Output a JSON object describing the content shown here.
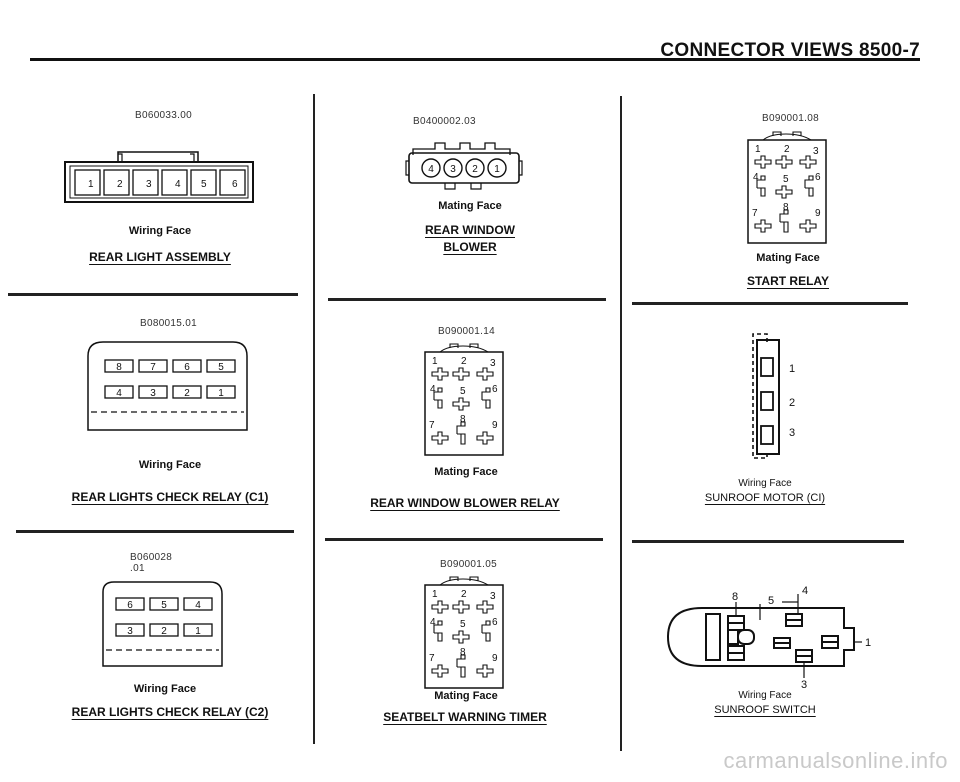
{
  "header": {
    "title": "CONNECTOR VIEWS  8500-7"
  },
  "panels": {
    "rear_light_assembly": {
      "code": "B060033.00",
      "face": "Wiring Face",
      "name": "REAR LIGHT ASSEMBLY",
      "pins": [
        "1",
        "2",
        "3",
        "4",
        "5",
        "6"
      ]
    },
    "rear_window_blower": {
      "code": "B0400002.03",
      "face": "Mating Face",
      "name_line1": "REAR WINDOW",
      "name_line2": "BLOWER",
      "pins": [
        "4",
        "3",
        "2",
        "1"
      ]
    },
    "start_relay": {
      "code": "B090001.08",
      "face": "Mating Face",
      "name": "START RELAY",
      "pins": [
        "1",
        "2",
        "3",
        "4",
        "5",
        "6",
        "7",
        "8",
        "9"
      ]
    },
    "rear_lights_check_relay_c1": {
      "code": "B080015.01",
      "face": "Wiring Face",
      "name": "REAR LIGHTS CHECK RELAY (C1)",
      "pins_top": [
        "8",
        "7",
        "6",
        "5"
      ],
      "pins_bottom": [
        "4",
        "3",
        "2",
        "1"
      ]
    },
    "rear_window_blower_relay": {
      "code": "B090001.14",
      "face": "Mating Face",
      "name": "REAR WINDOW BLOWER RELAY",
      "pins": [
        "1",
        "2",
        "3",
        "4",
        "5",
        "6",
        "7",
        "8",
        "9"
      ]
    },
    "sunroof_motor": {
      "face": "Wiring Face",
      "name": "SUNROOF MOTOR (CI)",
      "pins": [
        "1",
        "2",
        "3"
      ]
    },
    "rear_lights_check_relay_c2": {
      "code": "B060028 .01",
      "face": "Wiring Face",
      "name": "REAR LIGHTS CHECK RELAY (C2)",
      "pins_top": [
        "6",
        "5",
        "4"
      ],
      "pins_bottom": [
        "3",
        "2",
        "1"
      ]
    },
    "seatbelt_warning_timer": {
      "code": "B090001.05",
      "face": "Mating Face",
      "name": "SEATBELT WARNING TIMER",
      "pins": [
        "1",
        "2",
        "3",
        "4",
        "5",
        "6",
        "7",
        "8",
        "9"
      ]
    },
    "sunroof_switch": {
      "face": "Wiring Face",
      "name": "SUNROOF SWITCH",
      "pins": [
        "8",
        "5",
        "4",
        "1",
        "3"
      ]
    }
  },
  "watermark": "carmanualsonline.info"
}
